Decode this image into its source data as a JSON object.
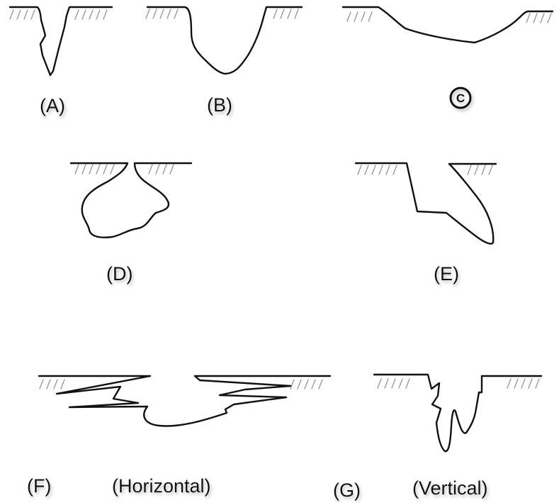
{
  "panels": {
    "a": {
      "label": "(A)"
    },
    "b": {
      "label": "(B)"
    },
    "c": {
      "label": "C"
    },
    "d": {
      "label": "(D)"
    },
    "e": {
      "label": "(E)"
    },
    "f": {
      "label": "(F)",
      "sublabel": "(Horizontal)"
    },
    "g": {
      "label": "(G)",
      "sublabel": "(Vertical)"
    }
  },
  "colors": {
    "stroke": "#111111",
    "hatch": "#9a9a9a",
    "label_shadow": "#bdbdbd"
  }
}
